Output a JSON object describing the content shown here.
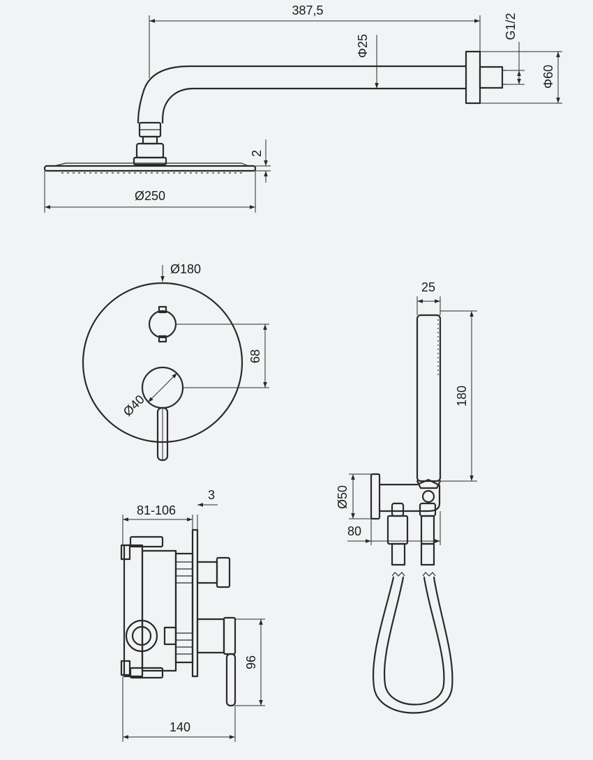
{
  "labels": {
    "arm_length": "387,5",
    "arm_dia": "Φ25",
    "thread": "G1/2",
    "flange_dia": "Φ60",
    "head_thickness": "2",
    "head_dia": "Ø250",
    "plate_dia": "Ø180",
    "handle_dia": "Ø40",
    "handle_spacing": "68",
    "body_depth": "81-106",
    "plate_thickness": "3",
    "body_width": "140",
    "lever_height": "96",
    "hand_shower_width": "25",
    "hand_shower_length": "180",
    "holder_dia": "Ø50",
    "holder_depth": "80"
  }
}
